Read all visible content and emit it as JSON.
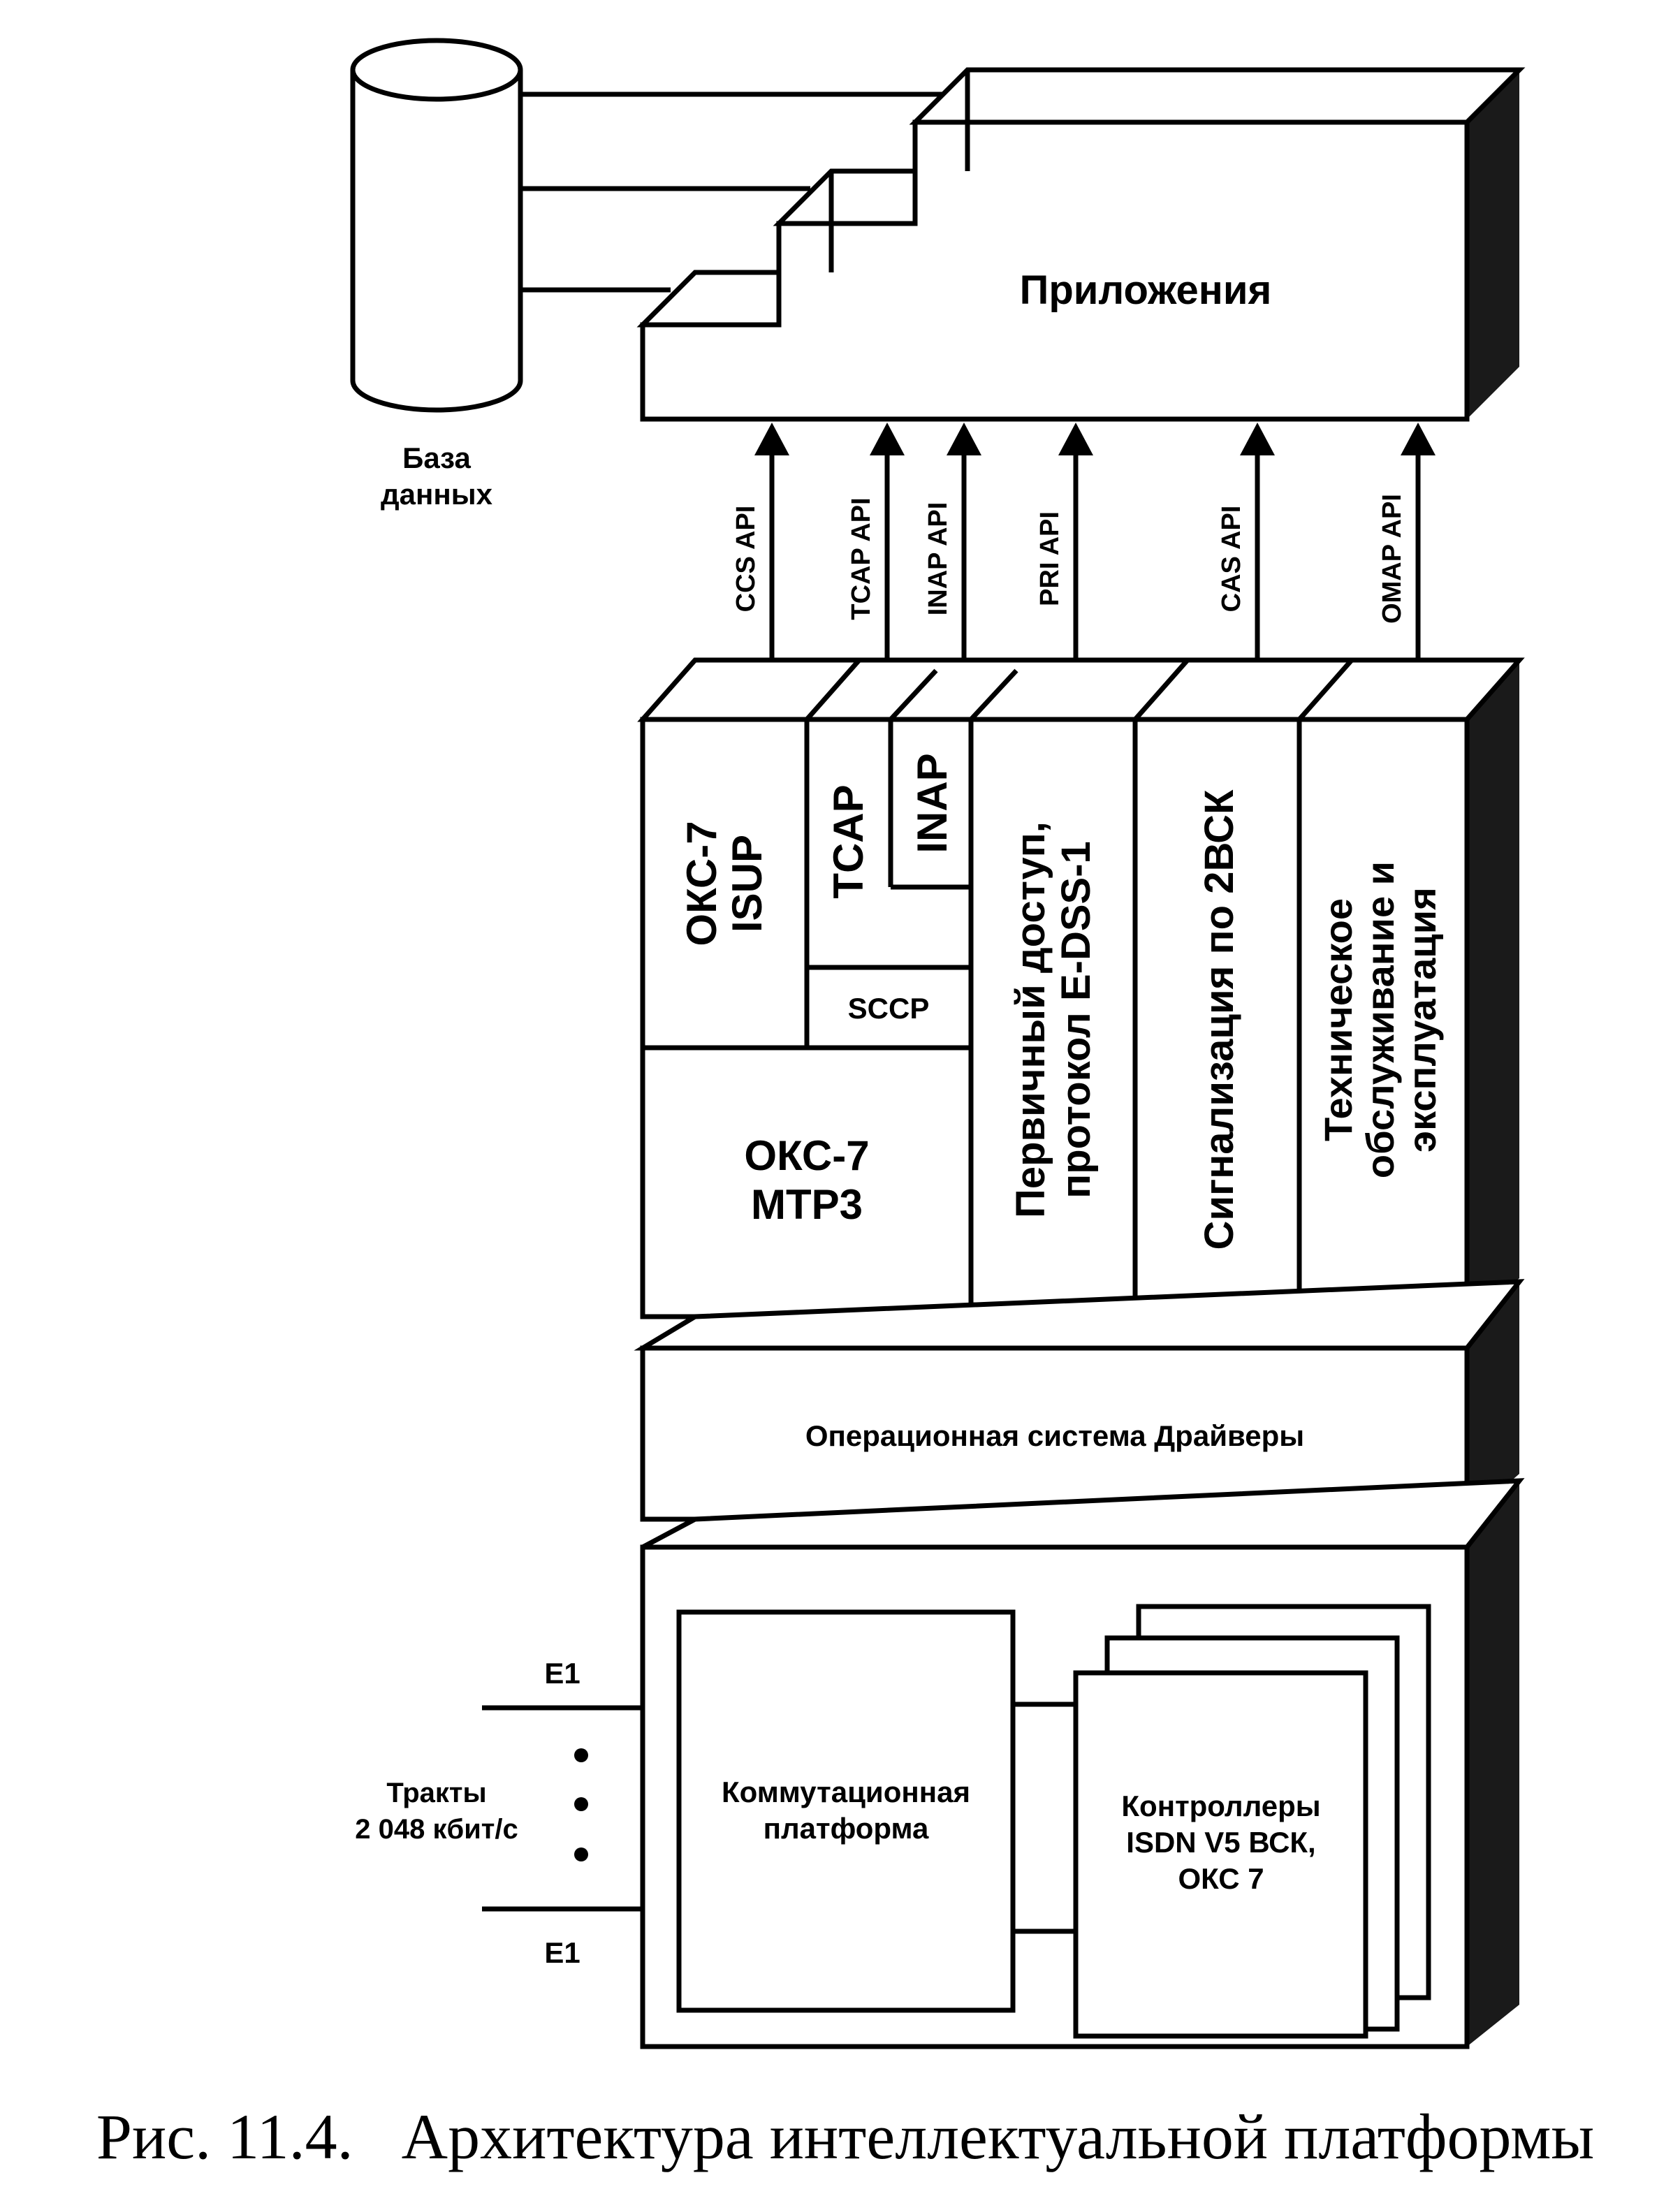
{
  "database": {
    "label_line1": "База",
    "label_line2": "данных"
  },
  "applications": {
    "label": "Приложения"
  },
  "apis": [
    "CCS API",
    "TCAP API",
    "INAP API",
    "PRI API",
    "CAS API",
    "OMAP API"
  ],
  "stack": {
    "isup": {
      "line1": "ОКС-7",
      "line2": "ISUP"
    },
    "tcap": "TCAP",
    "inap": "INAP",
    "sccp": "SCCP",
    "mtp3": {
      "line1": "ОКС-7",
      "line2": "МТР3"
    },
    "pri": {
      "line1": "Первичный доступ,",
      "line2": "протокол E-DSS-1"
    },
    "cas": "Сигнализация по 2ВСК",
    "omap": {
      "line1": "Техническое",
      "line2": "обслуживание и",
      "line3": "эксплуатация"
    }
  },
  "os_layer": {
    "label": "Операционная система  Драйверы"
  },
  "hardware": {
    "switching": {
      "line1": "Коммутационная",
      "line2": "платформа"
    },
    "controllers": {
      "line1": "Контроллеры",
      "line2": "ISDN  V5  ВСК,",
      "line3": "ОКС  7"
    },
    "e1_top": "E1",
    "e1_bottom": "E1",
    "trunks": {
      "line1": "Тракты",
      "line2": "2 048 кбит/с"
    }
  },
  "caption": "Рис. 11.4.   Архитектура интеллектуальной платформы"
}
